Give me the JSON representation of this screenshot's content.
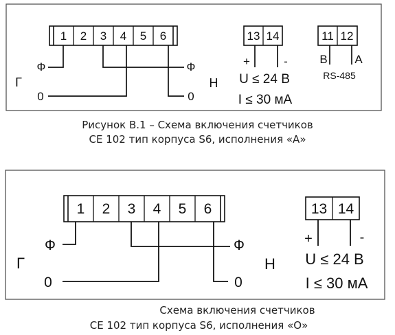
{
  "diagram_a": {
    "terminals_main": [
      "1",
      "2",
      "3",
      "4",
      "5",
      "6"
    ],
    "terminals_power": [
      "13",
      "14"
    ],
    "terminals_rs485": [
      "11",
      "12"
    ],
    "label_generator": "Г",
    "label_load": "Н",
    "label_phase_in": "Ф",
    "label_phase_out": "Ф",
    "label_zero_in": "0",
    "label_zero_out": "0",
    "label_plus": "+",
    "label_minus": "-",
    "label_voltage": "U ≤ 24 В",
    "label_current": "I ≤ 30 мА",
    "label_b": "B",
    "label_a": "A",
    "label_interface": "RS-485",
    "caption_line1": "Рисунок В.1 – Схема включения счетчиков",
    "caption_line2": "СЕ 102 тип корпуса S6, исполнения «А»"
  },
  "diagram_o": {
    "terminals_main": [
      "1",
      "2",
      "3",
      "4",
      "5",
      "6"
    ],
    "terminals_power": [
      "13",
      "14"
    ],
    "label_generator": "Г",
    "label_load": "Н",
    "label_phase_in": "Ф",
    "label_phase_out": "Ф",
    "label_zero_in": "0",
    "label_zero_out": "0",
    "label_plus": "+",
    "label_minus": "-",
    "label_voltage": "U ≤ 24 В",
    "label_current": "I ≤ 30 мА",
    "caption_line1": "Схема включения счетчиков",
    "caption_line2": "СЕ 102 тип корпуса S6, исполнения «О»"
  }
}
